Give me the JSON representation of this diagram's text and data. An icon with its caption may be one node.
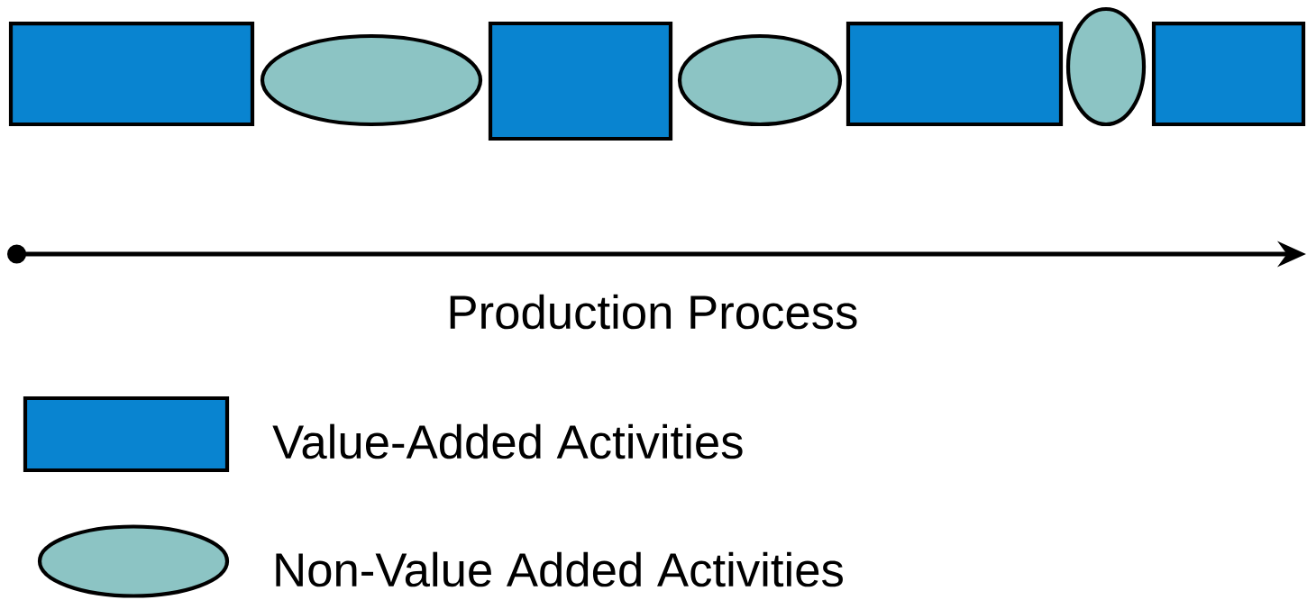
{
  "diagram": {
    "nodes": [
      {
        "text": [],
        "shape": "box"
      },
      {
        "text": [],
        "shape": "ellipse"
      },
      {
        "text": [],
        "shape": "box"
      },
      {
        "text": [],
        "shape": "ellipse"
      },
      {
        "text": [],
        "shape": "box"
      },
      {
        "text": [],
        "shape": "ellipse"
      },
      {
        "text": [],
        "shape": "box"
      }
    ],
    "labels": [
      "Production Process"
    ],
    "legend": [
      {
        "text": "Value-Added Activities"
      },
      {
        "text": "Non-Value Added Activities"
      }
    ]
  }
}
